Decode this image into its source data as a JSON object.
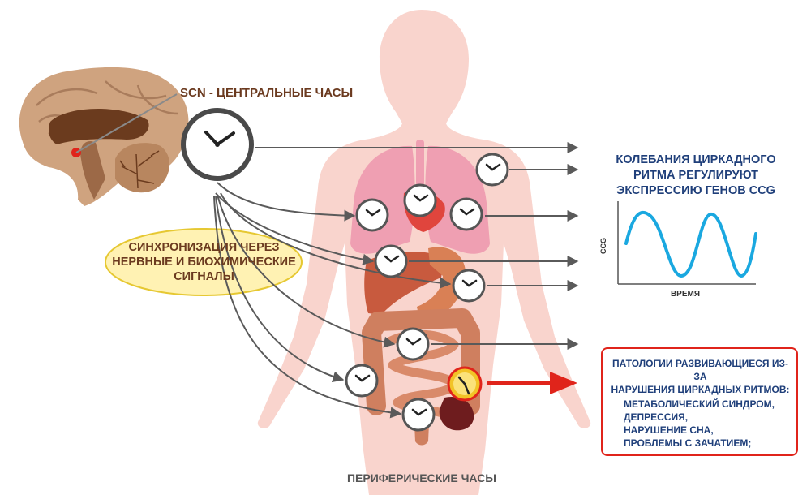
{
  "labels": {
    "scn": "SCN - ЦЕНТРАЛЬНЫЕ ЧАСЫ",
    "sync_line1": "СИНХРОНИЗАЦИЯ ЧЕРЕЗ",
    "sync_line2": "НЕРВНЫЕ И БИОХИМИЧЕСКИЕ",
    "sync_line3": "СИГНАЛЫ",
    "ccg_title_line1": "КОЛЕБАНИЯ ЦИРКАДНОГО",
    "ccg_title_line2": "РИТМА РЕГУЛИРУЮТ",
    "ccg_title_line3": "ЭКСПРЕССИЮ ГЕНОВ CCG",
    "ccg_axis_y": "CCG",
    "ccg_axis_x": "ВРЕМЯ",
    "peripheral": "ПЕРИФЕРИЧЕСКИЕ ЧАСЫ"
  },
  "pathologies": {
    "title_line1": "ПАТОЛОГИИ РАЗВИВАЮЩИЕСЯ ИЗ-ЗА",
    "title_line2": "НАРУШЕНИЯ ЦИРКАДНЫХ РИТМОВ:",
    "items": [
      "МЕТАБОЛИЧЕСКИЙ СИНДРОМ,",
      "ДЕПРЕССИЯ,",
      "НАРУШЕНИЕ СНА,",
      "ПРОБЛЕМЫ С ЗАЧАТИЕМ;"
    ]
  },
  "colors": {
    "body": "#f9d4cd",
    "lungs": "#ef9fb2",
    "liver": "#c85a3e",
    "intestine": "#cf7f5f",
    "arrow_gray": "#5a5a5a",
    "arrow_red": "#e0241b",
    "clock_disrupted": "#f2c327",
    "sync_bubble": "#fff2b3",
    "wave": "#1aa8e0",
    "text_blue": "#1f3f7a",
    "text_brown": "#6b3a1f"
  }
}
